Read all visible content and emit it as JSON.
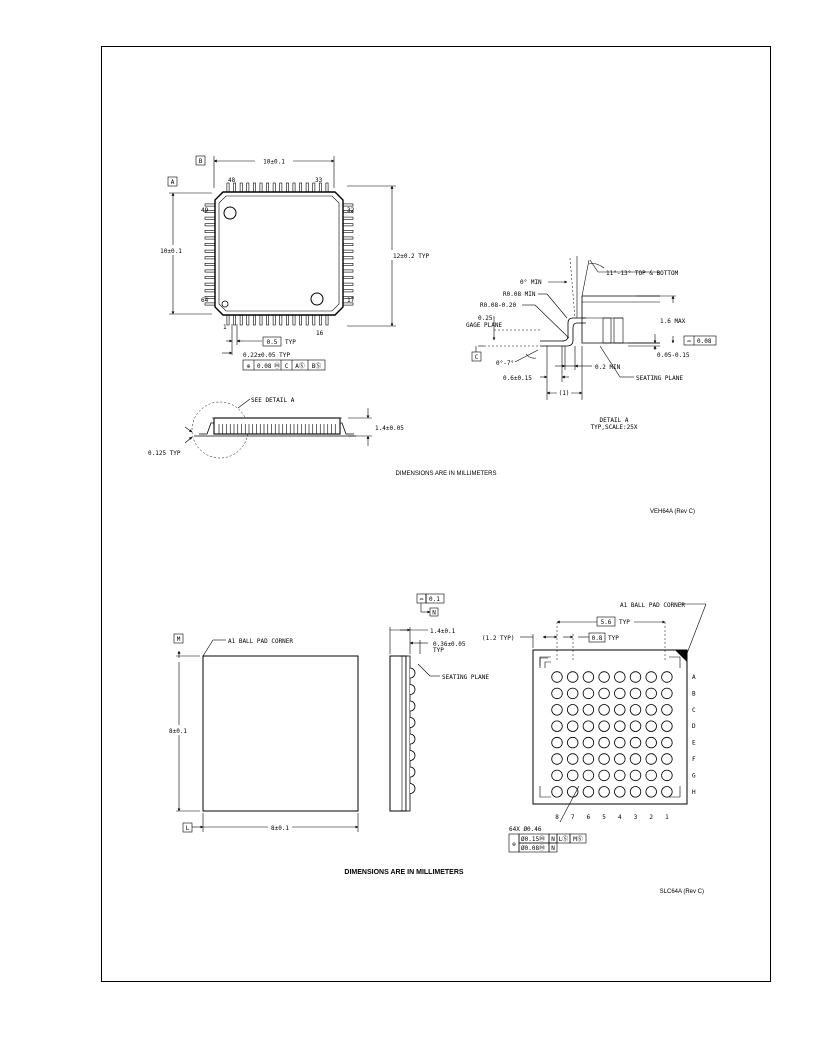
{
  "tqfp": {
    "datum_a": "A",
    "datum_b": "B",
    "datum_c": "C",
    "width_dim": "10±0.1",
    "height_dim": "10±0.1",
    "lead_tip_dim": "12±0.2 TYP",
    "pin_48": "48",
    "pin_33": "33",
    "pin_49": "49",
    "pin_32": "32",
    "pin_64": "64",
    "pin_17": "17",
    "pin_1": "1",
    "pin_16": "16",
    "pitch_value": "0.5",
    "pitch_suffix": "TYP",
    "lead_width": "0.22±0.05 TYP",
    "fcf_position_sym": "⊕",
    "fcf_tolerance": "0.08",
    "fcf_mod": "Ⓜ",
    "fcf_c": "C",
    "fcf_as": "AⓈ",
    "fcf_bs": "BⓈ",
    "see_detail": "SEE DETAIL  A",
    "height_max_dim": "1.4±0.05",
    "standoff_dim": "0.125 TYP",
    "detail": {
      "angle_0_min": "0° MIN",
      "angle_top_bottom": "11°-13° TOP & BOTTOM",
      "r_min": "R0.08 MIN",
      "r_range": "R0.08-0.20",
      "gage_value": "0.25",
      "gage_plane": "GAGE PLANE",
      "height_max": "1.6 MAX",
      "flatness_sym": "⌓",
      "flatness_value": "0.08",
      "standoff_range": "0.05-0.15",
      "foot_angle": "0°-7°",
      "min_02": "0.2 MIN",
      "foot_length": "0.6±0.15",
      "seating_plane": "SEATING PLANE",
      "footprint_ref": "(1)",
      "title": "DETAIL  A",
      "scale": "TYP,SCALE:25X"
    },
    "dims_note": "DIMENSIONS ARE IN MILLIMETERS",
    "drawing_id": "VEH64A (Rev C)"
  },
  "bga": {
    "datum_m": "M",
    "datum_l": "L",
    "datum_n": "N",
    "a1_corner_left": "A1 BALL PAD CORNER",
    "a1_corner_right": "A1 BALL PAD CORNER",
    "height_dim": "8±0.1",
    "width_dim": "8±0.1",
    "flatness_sym": "⌓",
    "flatness_value": "0.1",
    "thickness_dim": "1.4±0.1",
    "ball_height_dim": "0.36±0.05",
    "ball_height_suffix": "TYP",
    "seating_plane": "SEATING PLANE",
    "edge_dim": "(1.2 TYP)",
    "span_value": "5.6",
    "span_suffix": "TYP",
    "pitch_value": "0.8",
    "pitch_suffix": "TYP",
    "row_labels": [
      "A",
      "B",
      "C",
      "D",
      "E",
      "F",
      "G",
      "H"
    ],
    "col_labels": [
      "8",
      "7",
      "6",
      "5",
      "4",
      "3",
      "2",
      "1"
    ],
    "ball_callout": "64X Ø0.46",
    "fcf_position_sym": "⊕",
    "fcf_tol1": "Ø0.15Ⓜ",
    "fcf_tol1_n": "N",
    "fcf_tol1_l": "LⓈ",
    "fcf_tol1_m": "MⓈ",
    "fcf_tol2": "Ø0.08Ⓜ",
    "fcf_tol2_n": "N",
    "dims_note": "DIMENSIONS ARE IN MILLIMETERS",
    "drawing_id": "SLC64A (Rev C)"
  }
}
